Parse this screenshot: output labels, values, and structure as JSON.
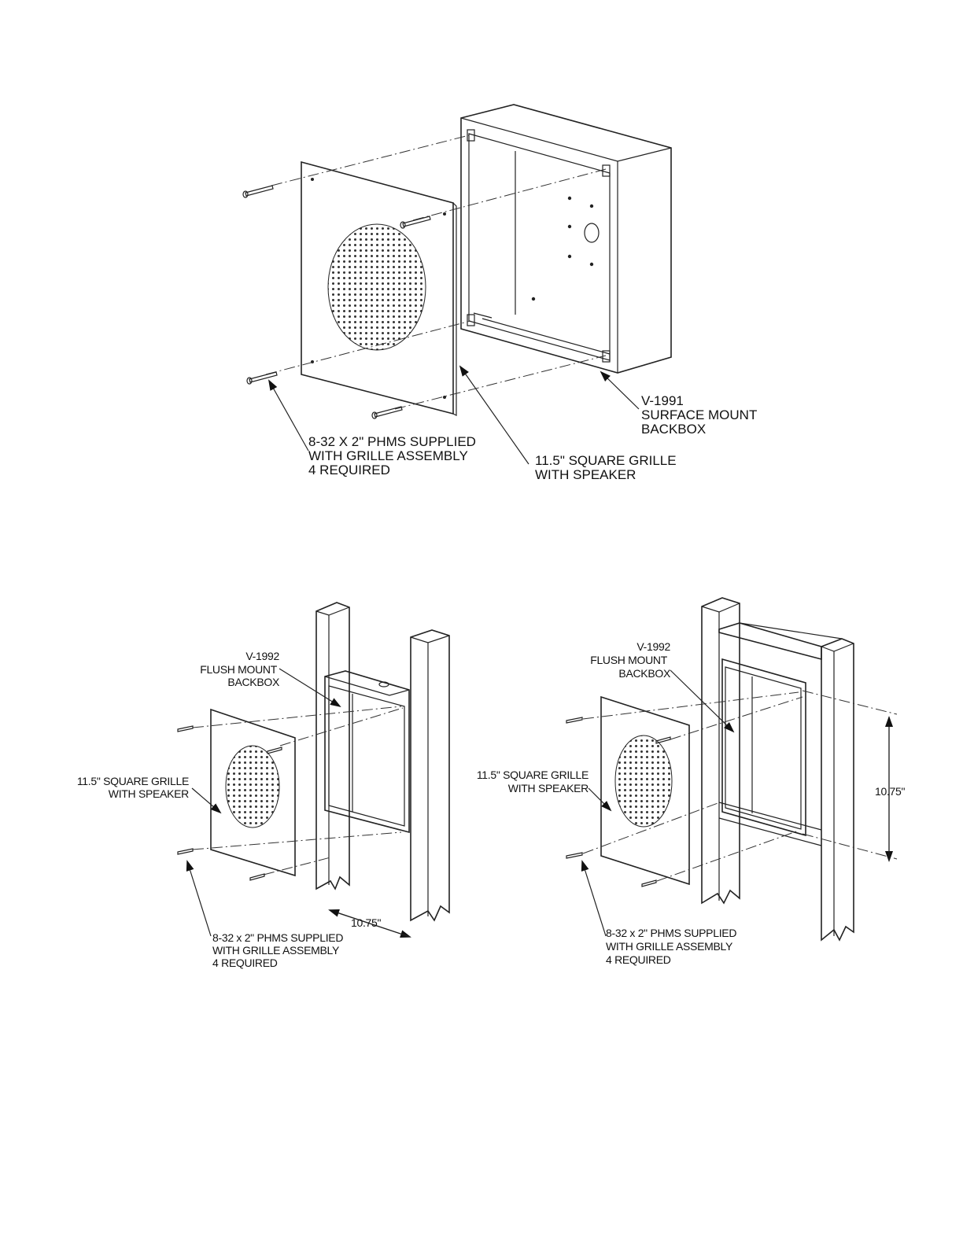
{
  "figure_top": {
    "backbox_label": [
      "V-1991",
      "SURFACE MOUNT",
      "BACKBOX"
    ],
    "screws_label": [
      "8-32  X 2\" PHMS SUPPLIED",
      "WITH GRILLE ASSEMBLY",
      "4 REQUIRED"
    ],
    "grille_label": [
      "11.5\" SQUARE GRILLE",
      "WITH SPEAKER"
    ]
  },
  "figure_left": {
    "backbox_label": [
      "V-1992",
      "FLUSH MOUNT",
      "BACKBOX"
    ],
    "grille_label": [
      "11.5\" SQUARE GRILLE",
      "WITH SPEAKER"
    ],
    "screws_label": [
      "8-32 x 2\" PHMS SUPPLIED",
      "WITH GRILLE ASSEMBLY",
      "4 REQUIRED"
    ],
    "dimension": "10.75\""
  },
  "figure_right": {
    "backbox_label": [
      "V-1992",
      "FLUSH MOUNT",
      "BACKBOX"
    ],
    "grille_label": [
      "11.5\" SQUARE GRILLE",
      "WITH SPEAKER"
    ],
    "screws_label": [
      "8-32 x 2\" PHMS SUPPLIED",
      "WITH GRILLE ASSEMBLY",
      "4 REQUIRED"
    ],
    "dimension": "10.75\""
  }
}
